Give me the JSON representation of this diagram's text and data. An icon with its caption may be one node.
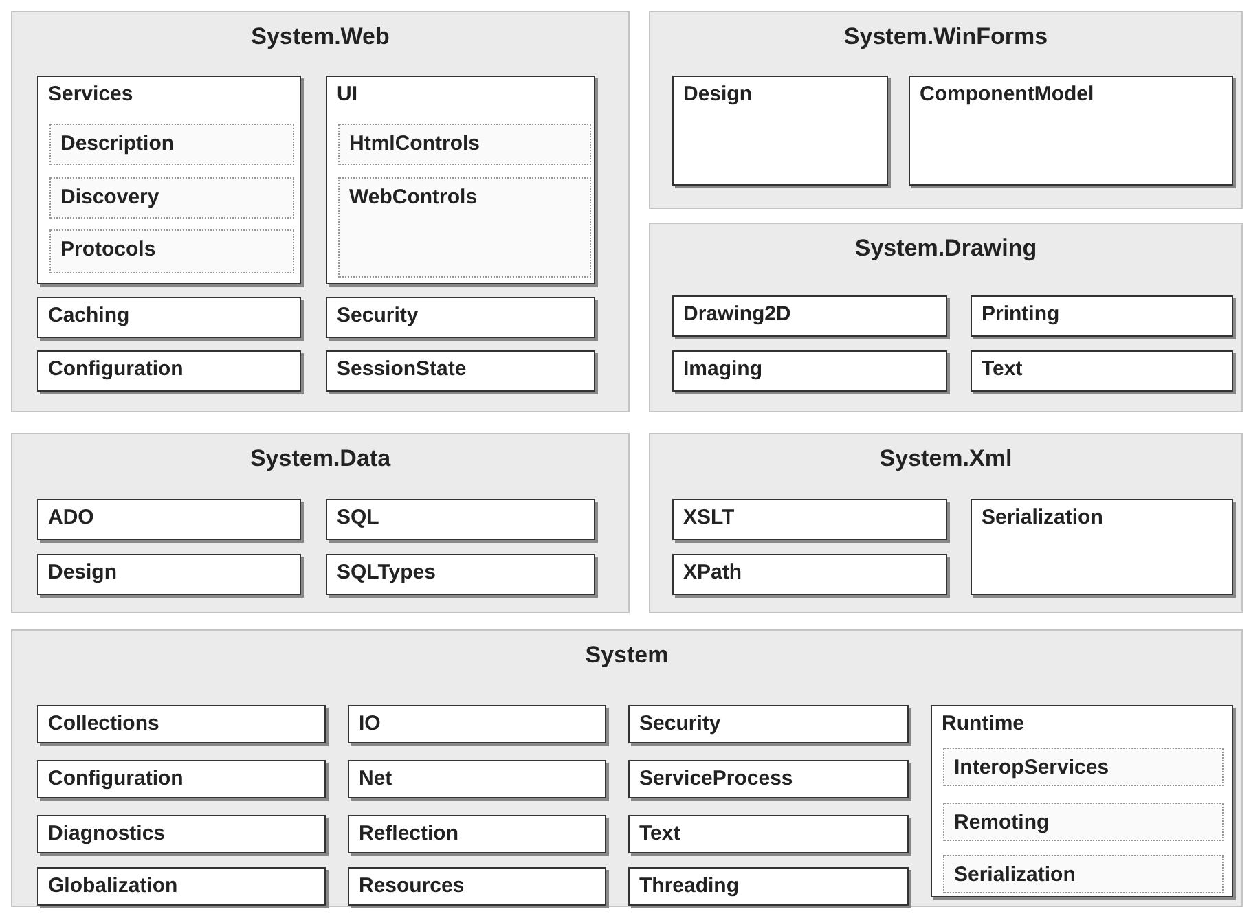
{
  "diagram": {
    "nodes": [
      {
        "text": [
          "System.Web"
        ]
      },
      {
        "text": [
          "Services"
        ],
        "in": 0
      },
      {
        "text": [
          "Description"
        ],
        "in": 1
      },
      {
        "text": [
          "Discovery"
        ],
        "in": 1
      },
      {
        "text": [
          "Protocols"
        ],
        "in": 1
      },
      {
        "text": [
          "UI"
        ],
        "in": 0
      },
      {
        "text": [
          "HtmlControls"
        ],
        "in": 5
      },
      {
        "text": [
          "WebControls"
        ],
        "in": 5
      },
      {
        "text": [
          "Caching"
        ],
        "in": 0
      },
      {
        "text": [
          "Security"
        ],
        "in": 0
      },
      {
        "text": [
          "Configuration"
        ],
        "in": 0
      },
      {
        "text": [
          "SessionState"
        ],
        "in": 0
      },
      {
        "text": [
          "System.WinForms"
        ]
      },
      {
        "text": [
          "Design"
        ],
        "in": 12
      },
      {
        "text": [
          "ComponentModel"
        ],
        "in": 12
      },
      {
        "text": [
          "System.Drawing"
        ]
      },
      {
        "text": [
          "Drawing2D"
        ],
        "in": 15
      },
      {
        "text": [
          "Printing"
        ],
        "in": 15
      },
      {
        "text": [
          "Imaging"
        ],
        "in": 15
      },
      {
        "text": [
          "Text"
        ],
        "in": 15
      },
      {
        "text": [
          "System.Data"
        ]
      },
      {
        "text": [
          "ADO"
        ],
        "in": 20
      },
      {
        "text": [
          "SQL"
        ],
        "in": 20
      },
      {
        "text": [
          "Design"
        ],
        "in": 20
      },
      {
        "text": [
          "SQLTypes"
        ],
        "in": 20
      },
      {
        "text": [
          "System.Xml"
        ]
      },
      {
        "text": [
          "XSLT"
        ],
        "in": 25
      },
      {
        "text": [
          "Serialization"
        ],
        "in": 25
      },
      {
        "text": [
          "XPath"
        ],
        "in": 25
      },
      {
        "text": [
          "System"
        ]
      },
      {
        "text": [
          "Collections"
        ],
        "in": 29
      },
      {
        "text": [
          "IO"
        ],
        "in": 29
      },
      {
        "text": [
          "Security"
        ],
        "in": 29
      },
      {
        "text": [
          "Runtime"
        ],
        "in": 29
      },
      {
        "text": [
          "InteropServices"
        ],
        "in": 33
      },
      {
        "text": [
          "Remoting"
        ],
        "in": 33
      },
      {
        "text": [
          "Serialization"
        ],
        "in": 33
      },
      {
        "text": [
          "Configuration"
        ],
        "in": 29
      },
      {
        "text": [
          "Net"
        ],
        "in": 29
      },
      {
        "text": [
          "ServiceProcess"
        ],
        "in": 29
      },
      {
        "text": [
          "Diagnostics"
        ],
        "in": 29
      },
      {
        "text": [
          "Reflection"
        ],
        "in": 29
      },
      {
        "text": [
          "Text"
        ],
        "in": 29
      },
      {
        "text": [
          "Globalization"
        ],
        "in": 29
      },
      {
        "text": [
          "Resources"
        ],
        "in": 29
      },
      {
        "text": [
          "Threading"
        ],
        "in": 29
      }
    ]
  }
}
